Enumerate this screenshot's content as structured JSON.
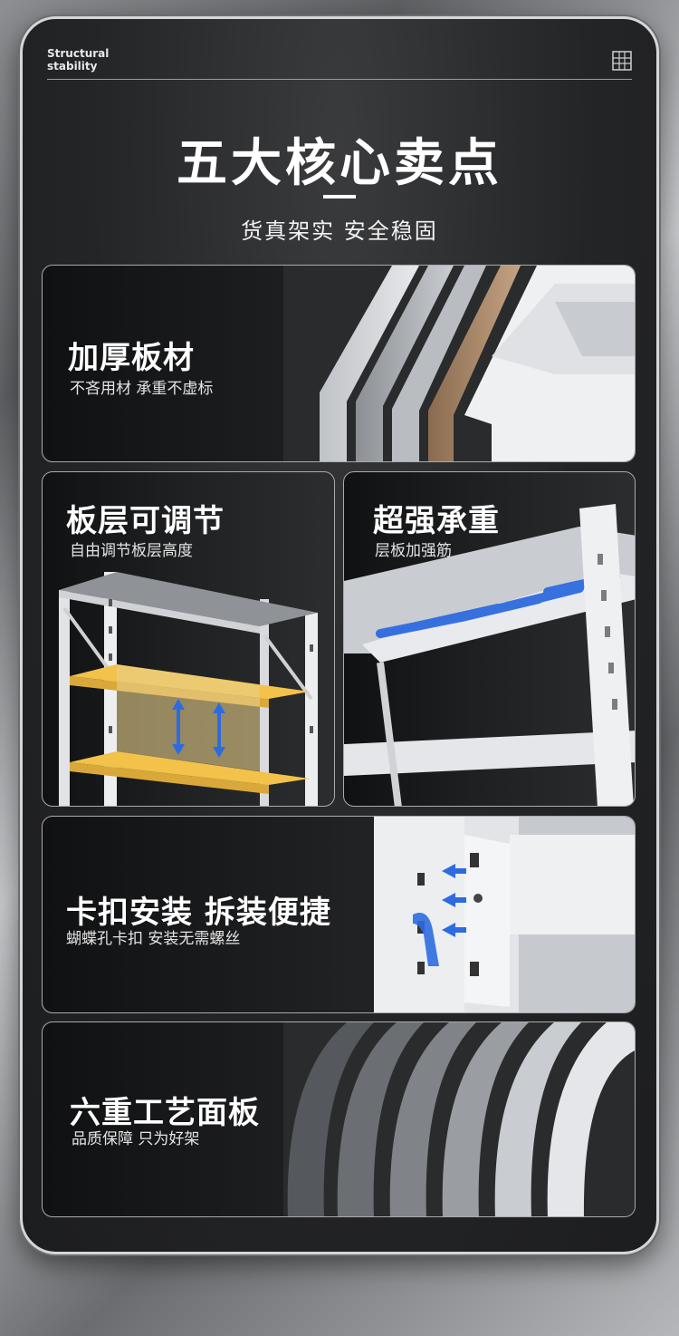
{
  "header": {
    "tag_line1": "Structural",
    "tag_line2": "stability",
    "title": "五大核心卖点",
    "subtitle": "货真架实 安全稳固"
  },
  "features": [
    {
      "title": "加厚板材",
      "desc": "不吝用材 承重不虚标"
    },
    {
      "title": "板层可调节",
      "desc": "自由调节板层高度"
    },
    {
      "title": "超强承重",
      "desc": "层板加强筋"
    },
    {
      "title": "卡扣安装 拆装便捷",
      "desc": "蝴蝶孔卡扣 安装无需螺丝"
    },
    {
      "title": "六重工艺面板",
      "desc": "品质保障 只为好架"
    }
  ],
  "colors": {
    "accent_blue": "#2e6be0",
    "accent_yellow": "#f2c24b",
    "panel_bg": "#1c1d1f",
    "steel": "#e2e4e7"
  },
  "icons": [
    "shelf-grid-icon",
    "arrow-up-down-icon",
    "arrow-left-icon"
  ]
}
